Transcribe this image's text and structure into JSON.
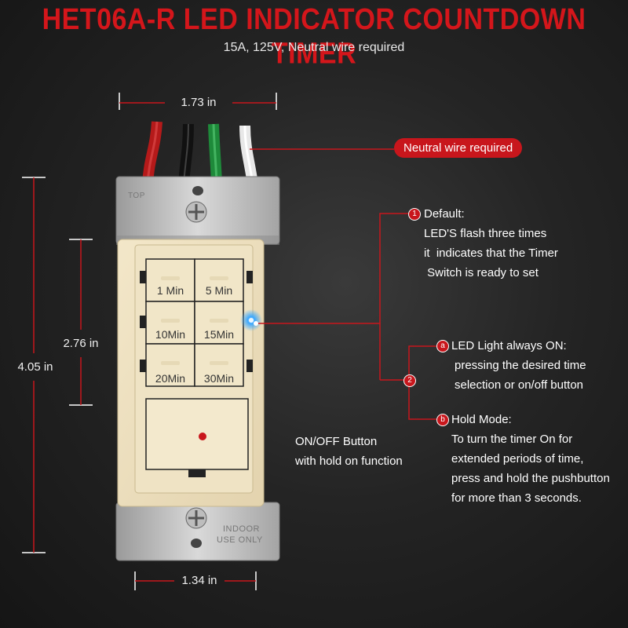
{
  "title": "HET06A-R  LED INDICATOR COUNTDOWN TIMER",
  "subtitle": "15A, 125V, Neutral wire required",
  "dimensions": {
    "width_top": "1.73 in",
    "width_bottom": "1.34 in",
    "height_inner": "2.76 in",
    "height_outer": "4.05 in"
  },
  "neutral_badge": "Neutral wire required",
  "plate_labels": {
    "top": "TOP",
    "bottom_line1": "INDOOR",
    "bottom_line2": "USE ONLY"
  },
  "buttons": [
    "1 Min",
    "5 Min",
    "10Min",
    "15Min",
    "20Min",
    "30Min"
  ],
  "onoff_label": {
    "line1": "ON/OFF Button",
    "line2": "with hold on function"
  },
  "markers": {
    "one": "1",
    "two": "2",
    "a": "a",
    "b": "b"
  },
  "default_note": {
    "title": "Default:",
    "lines": [
      "LED'S flash three times",
      "it  indicates that the Timer",
      " Switch is ready to set"
    ]
  },
  "led_note": {
    "title": "LED Light always ON:",
    "lines": [
      "pressing the desired time",
      "selection or on/off button"
    ]
  },
  "hold_note": {
    "title": "Hold Mode:",
    "lines": [
      "To turn the timer On for",
      "extended periods of time,",
      "press and hold the pushbutton",
      "for more than 3 seconds."
    ]
  },
  "colors": {
    "accent_red": "#c8161c",
    "switch_body": "#ede0c0",
    "led_blue": "#3aa8ff",
    "wire_red": "#b51a1a",
    "wire_green": "#1e8a3a",
    "wire_black": "#111111",
    "wire_white": "#e8e8e8"
  }
}
